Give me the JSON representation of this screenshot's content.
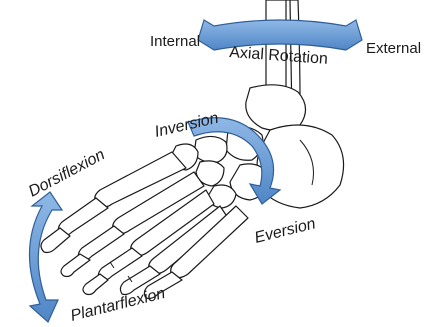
{
  "labels": {
    "internal": "Internal",
    "axial_rotation": "Axial Rotation",
    "external": "External",
    "inversion": "Inversion",
    "eversion": "Eversion",
    "dorsiflexion": "Dorsiflexion",
    "plantarflexion": "Plantarflexion"
  },
  "colors": {
    "arrow_fill": "#6f9fd6",
    "arrow_stroke": "#2f5f9a",
    "bone_stroke": "#1a1a1a"
  }
}
